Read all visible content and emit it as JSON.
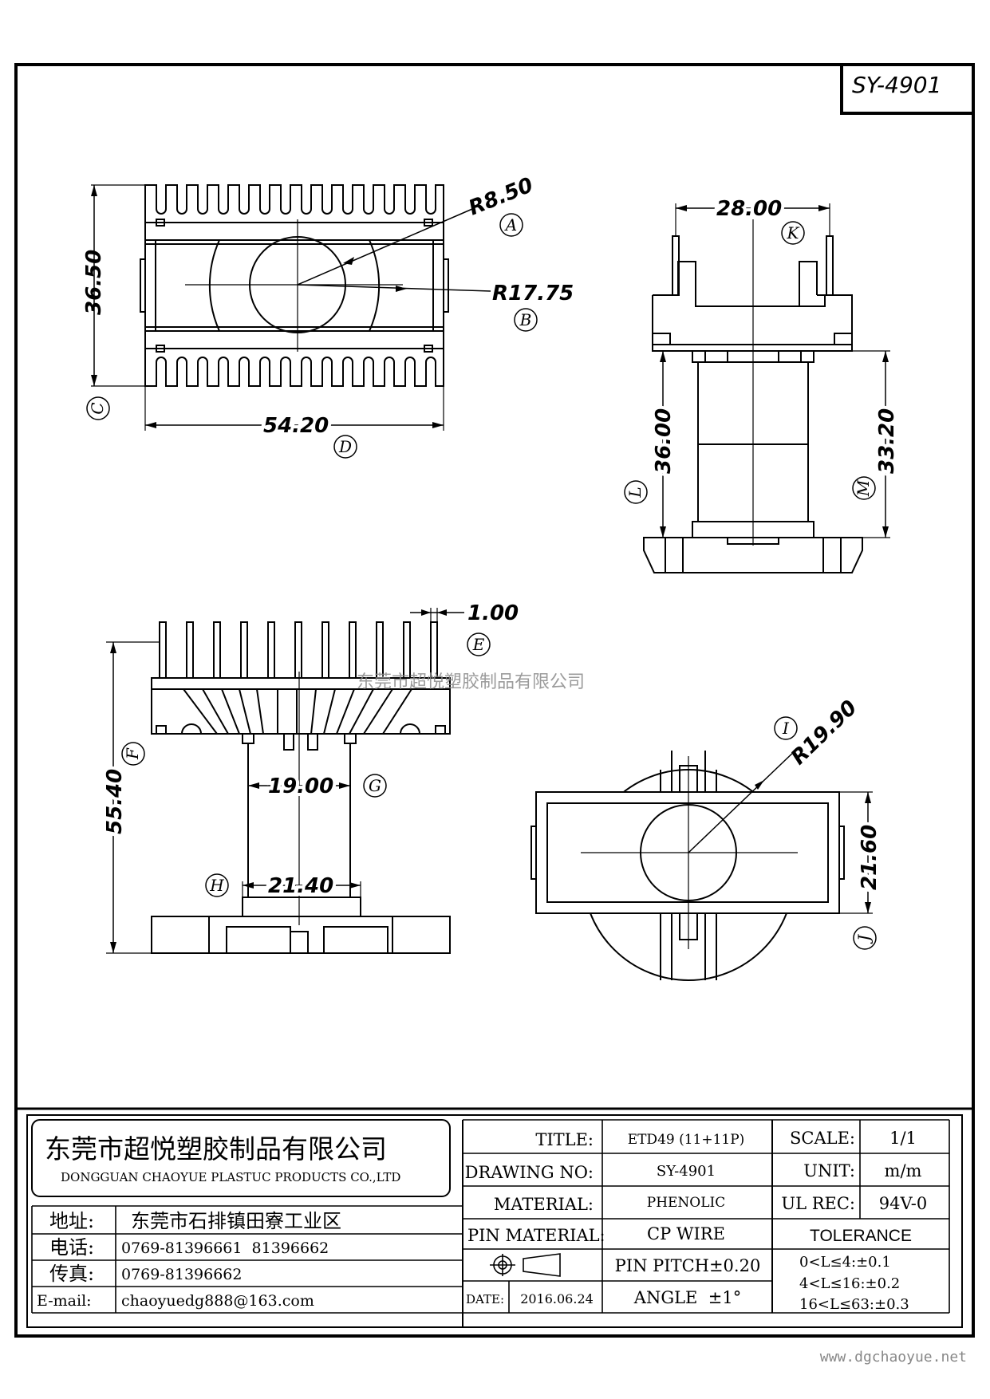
{
  "part_no": "SY-4901",
  "watermark": "东莞市超悦塑胶制品有限公司",
  "website": "www.dgchaoyue.net",
  "dimensions": {
    "top_view": {
      "height": "36.50",
      "height_tag": "C",
      "width": "54.20",
      "width_tag": "D",
      "r_small": "R8.50",
      "r_small_tag": "A",
      "r_large": "R17.75",
      "r_large_tag": "B"
    },
    "side_view": {
      "width": "28.00",
      "width_tag": "K",
      "height_left": "36.00",
      "height_left_tag": "L",
      "height_right": "33.20",
      "height_right_tag": "M"
    },
    "front_view": {
      "pin": "1.00",
      "pin_tag": "E",
      "height": "55.40",
      "height_tag": "F",
      "inner": "19.00",
      "inner_tag": "G",
      "outer": "21.40",
      "outer_tag": "H"
    },
    "bottom_view": {
      "radius": "R19.90",
      "radius_tag": "I",
      "height": "21.60",
      "height_tag": "J"
    }
  },
  "title_block": {
    "company_cn": "东莞市超悦塑胶制品有限公司",
    "company_en": "DONGGUAN CHAOYUE PLASTUC PRODUCTS CO.,LTD",
    "address_label": "地址:",
    "address": "东莞市石排镇田寮工业区",
    "phone_label": "电话:",
    "phone": "0769-81396661  81396662",
    "fax_label": "传真:",
    "fax": "0769-81396662",
    "email_label": "E-mail:",
    "email": "chaoyuedg888@163.com",
    "title_label": "TITLE:",
    "title": "ETD49 (11+11P)",
    "drawing_no_label": "DRAWING NO:",
    "drawing_no": "SY-4901",
    "material_label": "MATERIAL:",
    "material": "PHENOLIC",
    "pin_material_label": "PIN MATERIAL:",
    "pin_material": "CP WIRE",
    "pin_pitch": "PIN PITCH±0.20",
    "date_label": "DATE:",
    "date": "2016.06.24",
    "angle": "ANGLE  ±1°",
    "scale_label": "SCALE:",
    "scale": "1/1",
    "unit_label": "UNIT:",
    "unit": "m/m",
    "ul_label": "UL REC:",
    "ul": "94V-0",
    "tolerance_label": "TOLERANCE",
    "tolerances": [
      "0<L≤4:±0.1",
      "4<L≤16:±0.2",
      "16<L≤63:±0.3"
    ]
  }
}
